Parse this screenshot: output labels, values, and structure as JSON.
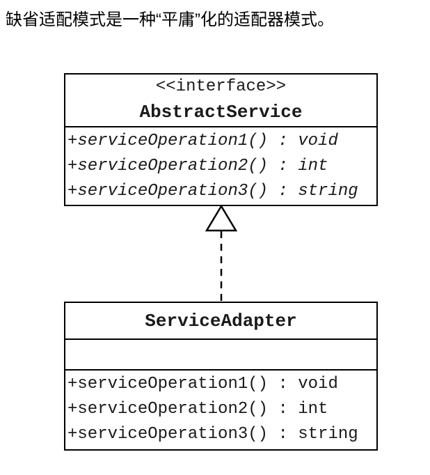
{
  "caption": "缺省适配模式是一种“平庸”化的适配器模式。",
  "diagram": {
    "type": "uml-class-diagram",
    "relationship": "realization (dashed line with hollow triangle from ServiceAdapter to AbstractService)",
    "interface_class": {
      "stereotype": "<<interface>>",
      "name": "AbstractService",
      "methods": [
        "+serviceOperation1() : void",
        "+serviceOperation2() : int",
        "+serviceOperation3() : string"
      ]
    },
    "adapter_class": {
      "name": "ServiceAdapter",
      "attributes": [],
      "methods": [
        "+serviceOperation1() : void",
        "+serviceOperation2() : int",
        "+serviceOperation3() : string"
      ]
    },
    "colors": {
      "background": "#ffffff",
      "line": "#000000",
      "text": "#1a1a1a"
    }
  }
}
